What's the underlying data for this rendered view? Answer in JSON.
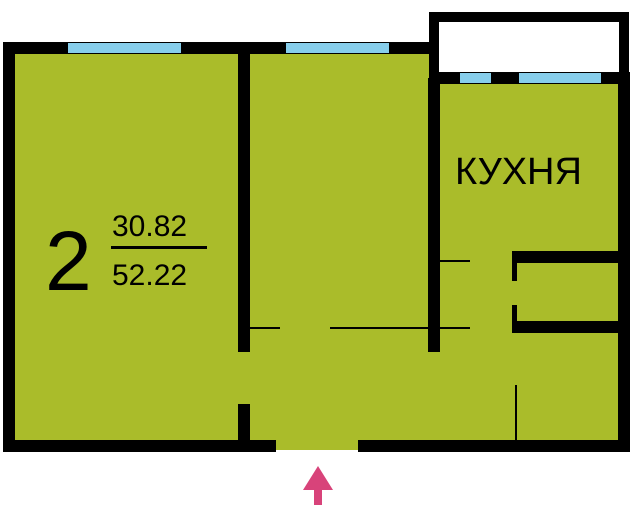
{
  "plan": {
    "room_count": "2",
    "living_area": "30.82",
    "total_area": "52.22",
    "kitchen_label": "КУХНЯ",
    "colors": {
      "floor": "#aabc2a",
      "wall": "#000000",
      "window": "#87ceeb",
      "balcony": "#ffffff",
      "entrance_arrow": "#d8437a"
    },
    "icons": {
      "entrance": "arrow-up-icon"
    }
  }
}
